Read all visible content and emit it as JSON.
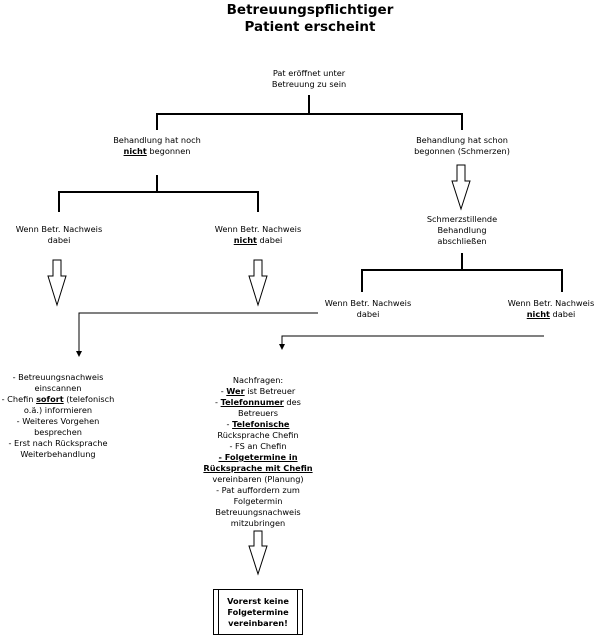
{
  "title": {
    "line1": "Betreuungspflichtiger",
    "line2": "Patient erscheint"
  },
  "root": {
    "line1": "Pat eröffnet unter",
    "line2": "Betreuung zu sein"
  },
  "branch_left": {
    "line1": "Behandlung hat noch",
    "line2_bold": "nicht",
    "line2_rest": " begonnen"
  },
  "branch_right": {
    "line1": "Behandlung hat schon",
    "line2": "begonnen (Schmerzen)"
  },
  "left_yes": {
    "line1": "Wenn Betr. Nachweis",
    "line2": "dabei"
  },
  "left_no": {
    "line1": "Wenn Betr. Nachweis",
    "line2_bold": "nicht",
    "line2_rest": " dabei"
  },
  "pain_step": {
    "line1": "Schmerzstillende",
    "line2": "Behandlung",
    "line3": "abschließen"
  },
  "right_yes": {
    "line1": "Wenn Betr. Nachweis",
    "line2": "dabei"
  },
  "right_no": {
    "line1": "Wenn Betr. Nachweis",
    "line2_bold": "nicht",
    "line2_rest": " dabei"
  },
  "actions_present": {
    "l1": "- Betreuungsnachweis",
    "l2": "einscannen",
    "l3a": "- Chefin ",
    "l3b": "sofort",
    "l3c": " (telefonisch",
    "l4": "o.ä.) informieren",
    "l5": "- Weiteres Vorgehen",
    "l6": "besprechen",
    "l7": "- Erst nach Rücksprache",
    "l8": "Weiterbehandlung"
  },
  "actions_missing": {
    "l1": "Nachfragen:",
    "l2a": "- ",
    "l2b": "Wer",
    "l2c": " ist Betreuer",
    "l3a": "- ",
    "l3b": "Telefonnumer",
    "l3c": " des",
    "l4": "Betreuers",
    "l5a": "- ",
    "l5b": "Telefonische",
    "l6": "Rücksprache Chefin",
    "l7": "- FS an Chefin",
    "l8": "- Folgetermine in",
    "l9": "Rücksprache mit Chefin",
    "l10": "vereinbaren (Planung)",
    "l11": "- Pat auffordern zum",
    "l12": "Folgetermin",
    "l13": "Betreuungsnachweis",
    "l14": "mitzubringen"
  },
  "final_box": {
    "line1": "Vorerst keine",
    "line2": "Folgetermine",
    "line3": "vereinbaren!"
  }
}
